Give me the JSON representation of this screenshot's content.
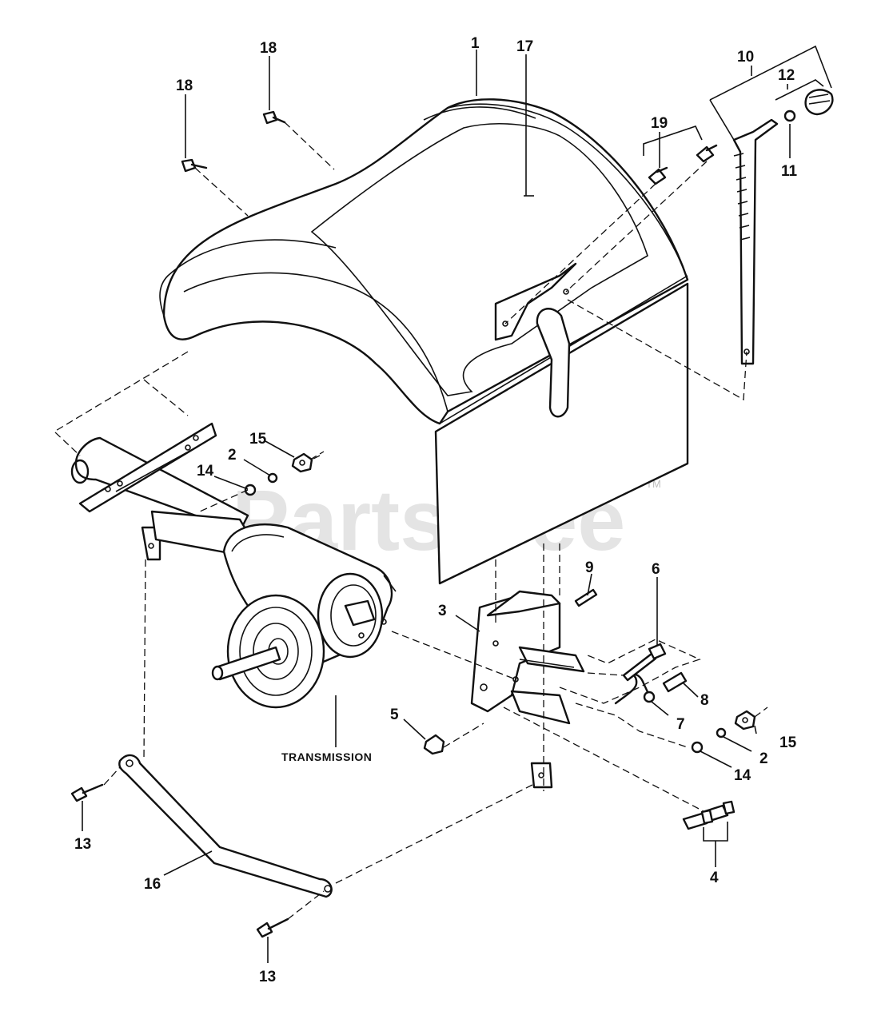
{
  "watermark": {
    "text": "PartsTree",
    "trademark": "TM"
  },
  "labels": {
    "transmission": "TRANSMISSION"
  },
  "callouts": {
    "c1": "1",
    "c2a": "2",
    "c2b": "2",
    "c3": "3",
    "c4": "4",
    "c5": "5",
    "c6": "6",
    "c7": "7",
    "c8": "8",
    "c9": "9",
    "c10": "10",
    "c11": "11",
    "c12": "12",
    "c13a": "13",
    "c13b": "13",
    "c14a": "14",
    "c14b": "14",
    "c15a": "15",
    "c15b": "15",
    "c16": "16",
    "c17": "17",
    "c18a": "18",
    "c18b": "18",
    "c19": "19"
  }
}
